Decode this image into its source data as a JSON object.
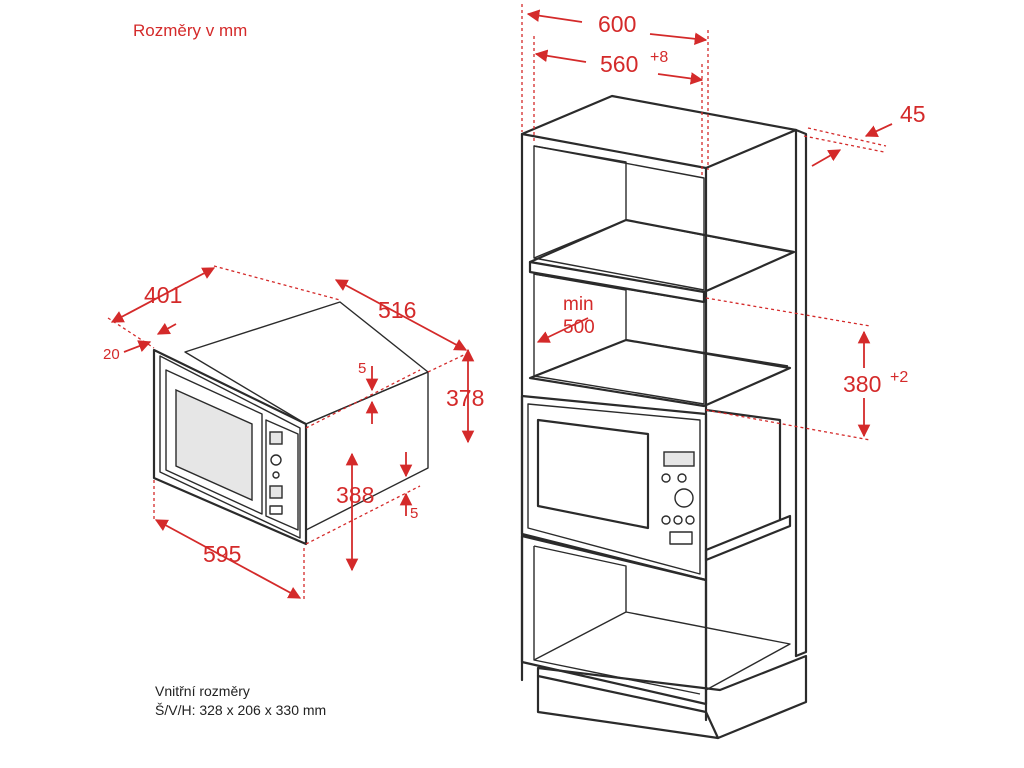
{
  "title": "Rozměry v mm",
  "notes": {
    "line1": "Vnitřní rozměry",
    "line2": "Š/V/H: 328 x 206 x 330 mm"
  },
  "microwave_dims": {
    "depth_401": "401",
    "depth_516": "516",
    "frame_20": "20",
    "height_378": "378",
    "height_388": "388",
    "width_595": "595",
    "gap_top_5": "5",
    "gap_bottom_5": "5"
  },
  "cabinet_dims": {
    "width_600": "600",
    "niche_560": "560",
    "niche_560_tol": "+8",
    "offset_45": "45",
    "min_label": "min",
    "min_500": "500",
    "height_380": "380",
    "height_380_tol": "+2"
  },
  "colors": {
    "dimension": "#d42a2a",
    "outline": "#2b2b2b"
  }
}
